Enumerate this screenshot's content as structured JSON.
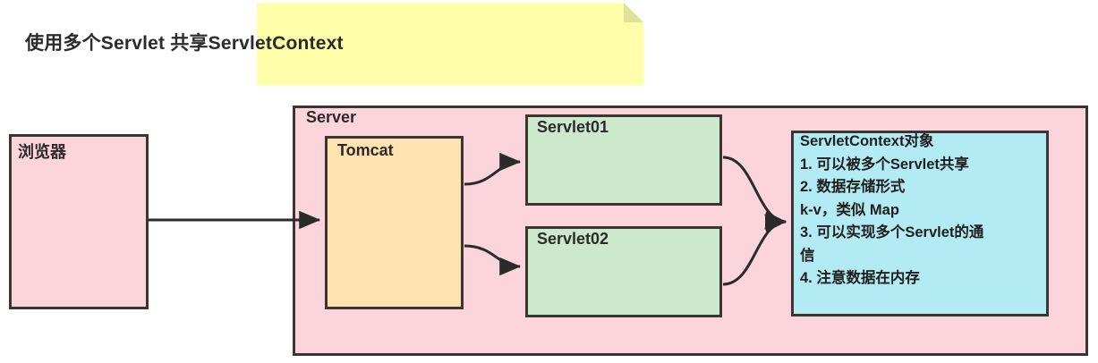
{
  "diagram": {
    "note": {
      "title": "使用多个Servlet 共享ServletContext",
      "fill_color": "#ffffaa",
      "fold_color": "#e2e295"
    },
    "browser": {
      "label": "浏览器",
      "fill_color": "#fcd4dc"
    },
    "server": {
      "label": "Server",
      "fill_color": "#fcd4dc"
    },
    "tomcat": {
      "label": "Tomcat",
      "fill_color": "#ffe2b0"
    },
    "servlets": [
      {
        "label": "Servlet01",
        "fill_color": "#cce8cd"
      },
      {
        "label": "Servlet02",
        "fill_color": "#cce8cd"
      }
    ],
    "servlet_context": {
      "fill_color": "#b2ebf4",
      "lines": [
        "ServletContext对象",
        "1. 可以被多个Servlet共享",
        "2. 数据存储形式",
        "k-v，类似 Map",
        "3. 可以实现多个Servlet的通",
        "信",
        "4. 注意数据在内存"
      ]
    },
    "border_color": "#3b3634",
    "arrow_color": "#2b2b2b"
  }
}
